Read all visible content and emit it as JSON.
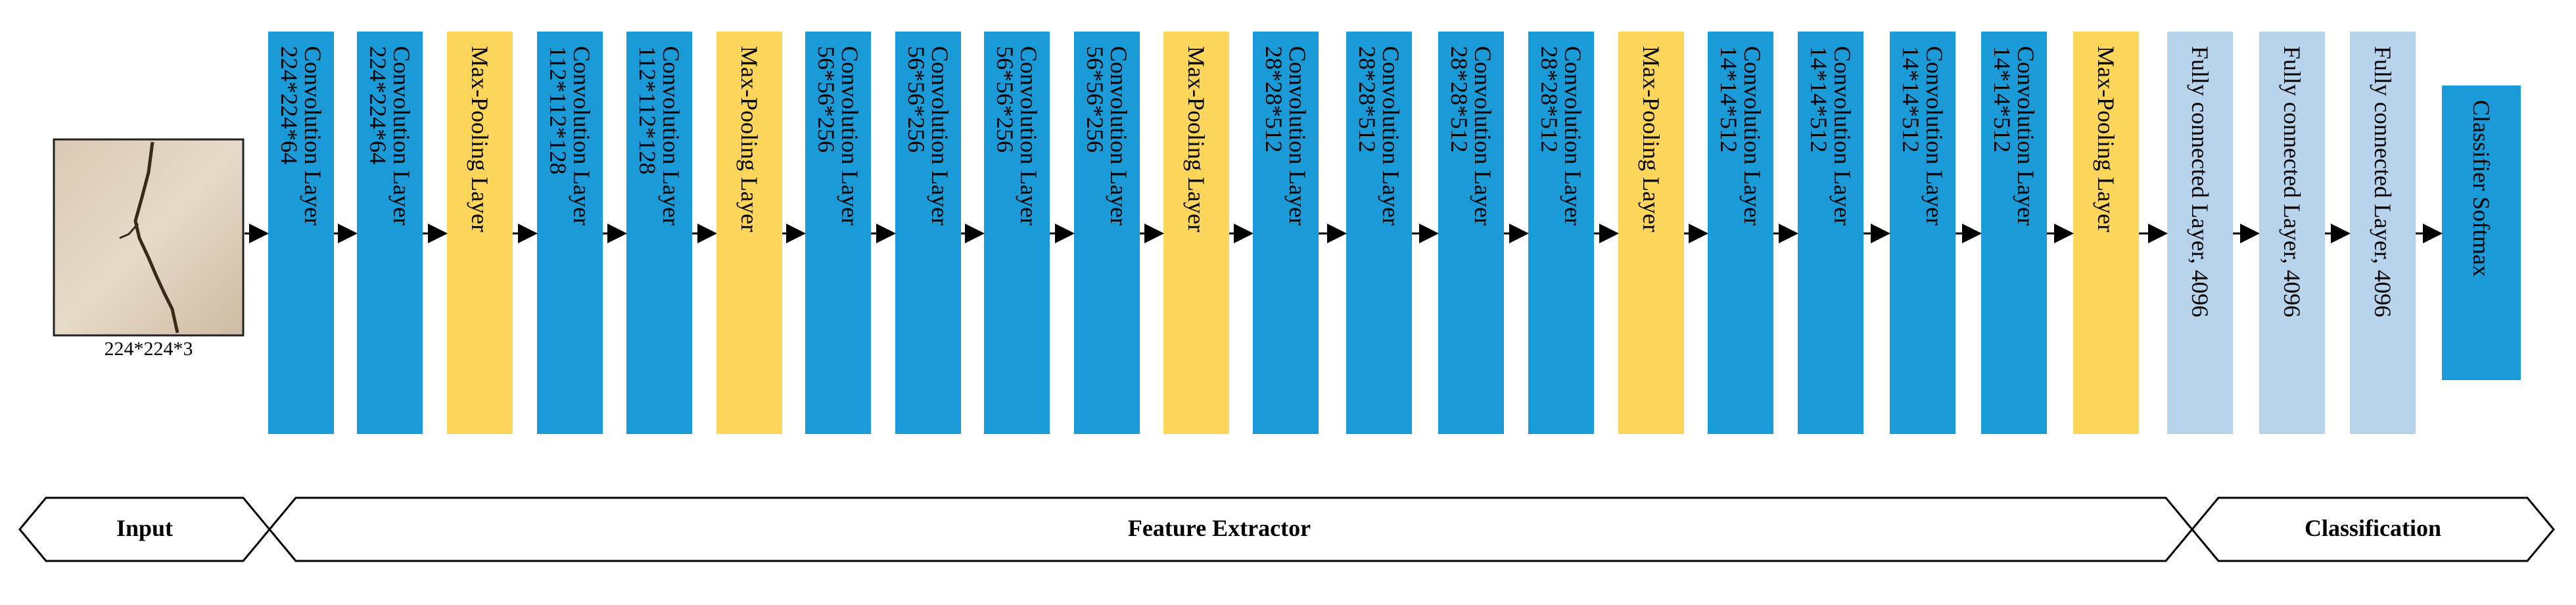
{
  "input": {
    "caption": "224*224*3",
    "image_desc": "crack-image"
  },
  "layers": [
    {
      "name": "Convolution Layer",
      "size": "224*224*64",
      "kind": "conv"
    },
    {
      "name": "Convolution Layer",
      "size": "224*224*64",
      "kind": "conv"
    },
    {
      "name": "Max-Pooling Layer",
      "size": "",
      "kind": "pool"
    },
    {
      "name": "Convolution Layer",
      "size": "112*112*128",
      "kind": "conv"
    },
    {
      "name": "Convolution Layer",
      "size": "112*112*128",
      "kind": "conv"
    },
    {
      "name": "Max-Pooling Layer",
      "size": "",
      "kind": "pool"
    },
    {
      "name": "Convolution Layer",
      "size": "56*56*256",
      "kind": "conv"
    },
    {
      "name": "Convolution Layer",
      "size": "56*56*256",
      "kind": "conv"
    },
    {
      "name": "Convolution Layer",
      "size": "56*56*256",
      "kind": "conv"
    },
    {
      "name": "Convolution Layer",
      "size": "56*56*256",
      "kind": "conv"
    },
    {
      "name": "Max-Pooling Layer",
      "size": "",
      "kind": "pool"
    },
    {
      "name": "Convolution Layer",
      "size": "28*28*512",
      "kind": "conv"
    },
    {
      "name": "Convolution Layer",
      "size": "28*28*512",
      "kind": "conv"
    },
    {
      "name": "Convolution Layer",
      "size": "28*28*512",
      "kind": "conv"
    },
    {
      "name": "Convolution Layer",
      "size": "28*28*512",
      "kind": "conv"
    },
    {
      "name": "Max-Pooling Layer",
      "size": "",
      "kind": "pool"
    },
    {
      "name": "Convolution Layer",
      "size": "14*14*512",
      "kind": "conv"
    },
    {
      "name": "Convolution Layer",
      "size": "14*14*512",
      "kind": "conv"
    },
    {
      "name": "Convolution Layer",
      "size": "14*14*512",
      "kind": "conv"
    },
    {
      "name": "Convolution Layer",
      "size": "14*14*512",
      "kind": "conv"
    },
    {
      "name": "Max-Pooling Layer",
      "size": "",
      "kind": "pool"
    },
    {
      "name": "Fully connected Layer, 4096",
      "size": "",
      "kind": "fc"
    },
    {
      "name": "Fully connected Layer, 4096",
      "size": "",
      "kind": "fc"
    },
    {
      "name": "Fully connected Layer, 4096",
      "size": "",
      "kind": "fc"
    },
    {
      "name": "Classifier Softmax",
      "size": "",
      "kind": "softmax"
    }
  ],
  "stages": [
    {
      "label": "Input"
    },
    {
      "label": "Feature Extractor"
    },
    {
      "label": "Classification"
    }
  ],
  "colors": {
    "conv": "#1a9bd7",
    "pool": "#fdd55a",
    "fc": "#b8d3ec",
    "softmax": "#1a9bd7",
    "arrow": "#000000",
    "text": "#000000"
  }
}
